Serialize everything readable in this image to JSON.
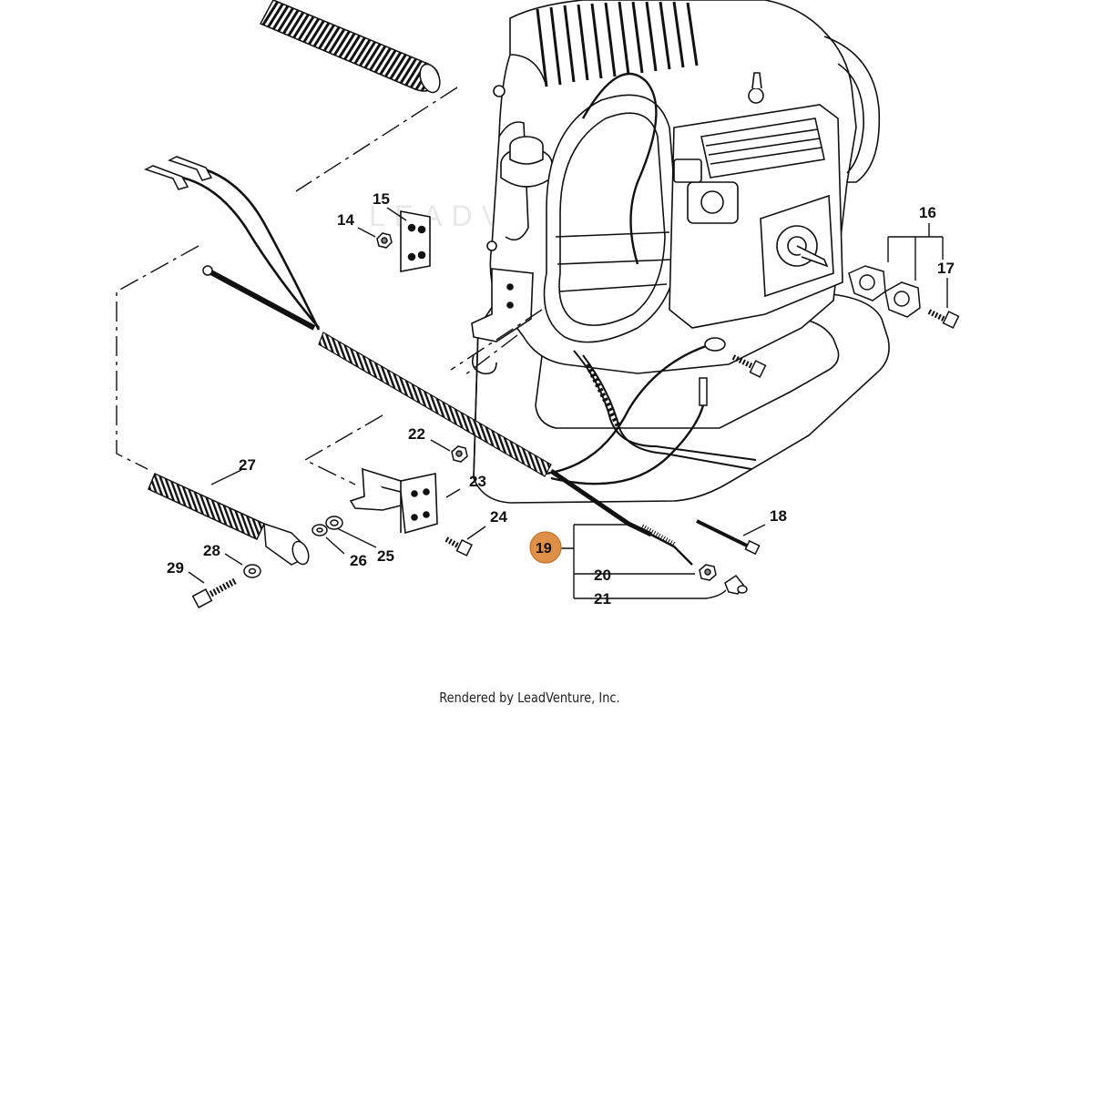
{
  "watermark": "LEADV",
  "credit": "Rendered by LeadVenture, Inc.",
  "highlight_color": "#dd8b3f",
  "callouts": {
    "c14": "14",
    "c15": "15",
    "c16": "16",
    "c17": "17",
    "c18": "18",
    "c19": "19",
    "c20": "20",
    "c21": "21",
    "c22": "22",
    "c23": "23",
    "c24": "24",
    "c25": "25",
    "c26": "26",
    "c27": "27",
    "c28": "28",
    "c29": "29"
  },
  "highlighted_part": "19"
}
